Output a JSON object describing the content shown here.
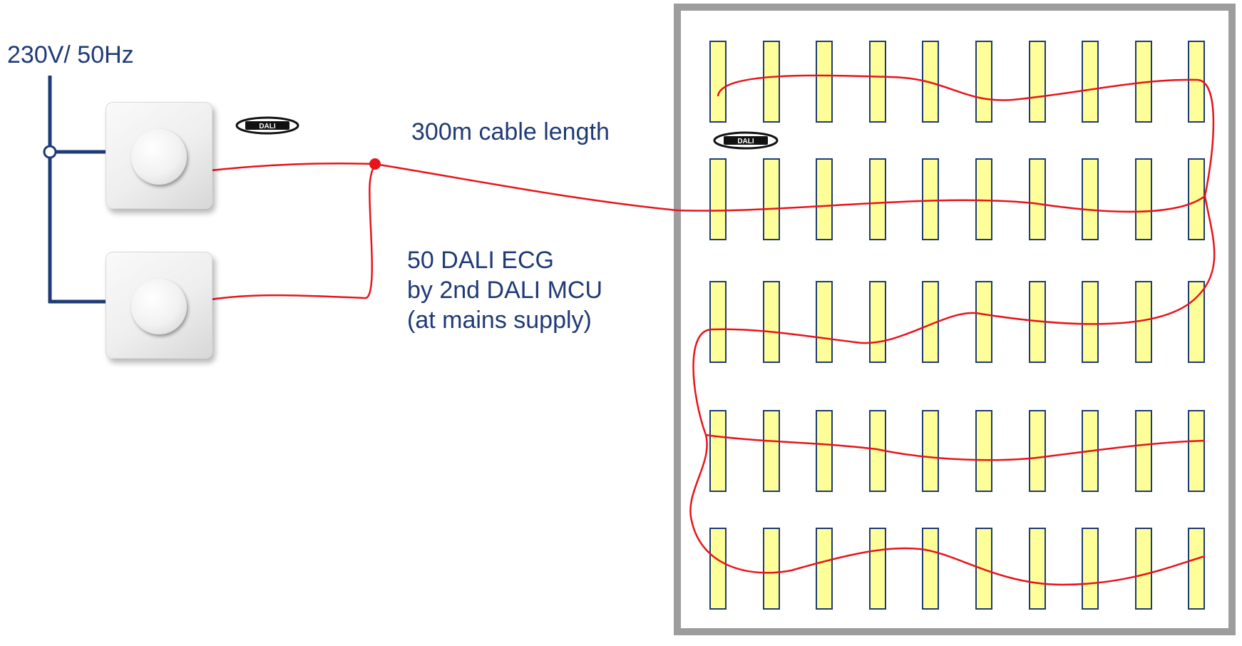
{
  "labels": {
    "supply": "230V/ 50Hz",
    "cable_length": "300m cable length",
    "ecg_lines": [
      "50 DALI ECG",
      "by 2nd DALI MCU",
      "(at mains supply)"
    ]
  },
  "logo": {
    "text": "DALI"
  },
  "layout_info": {
    "luminaire_rows": 5,
    "luminaires_per_row": 10
  },
  "colors": {
    "text": "#1f3a75",
    "wire": "#e8141b",
    "bus": "#1f3a75",
    "luminaire_fill": "#ffff99",
    "luminaire_border": "#1f3a75",
    "room_border": "#9d9d9d"
  },
  "icons": [
    "dali-logo-icon",
    "rotary-dimmer-switch-icon",
    "luminaire-icon",
    "junction-node-icon"
  ]
}
